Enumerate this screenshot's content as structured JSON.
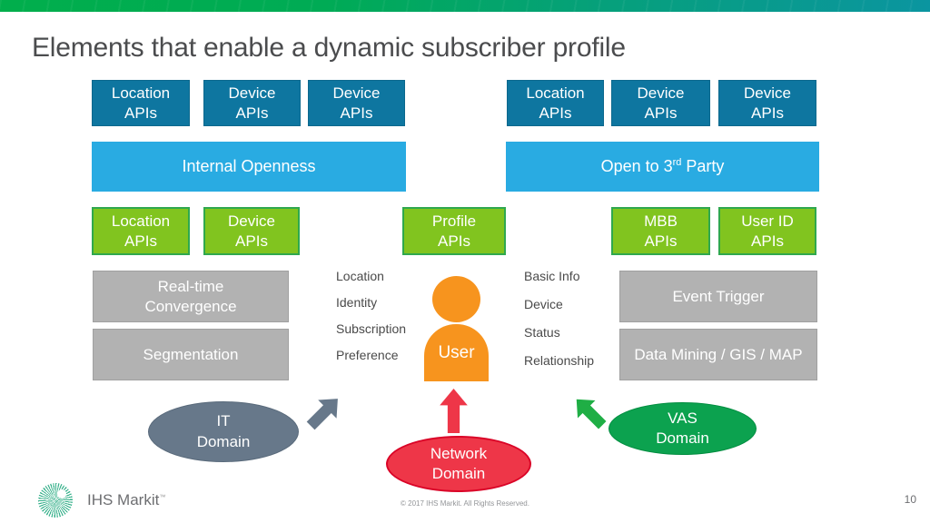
{
  "slide": {
    "title": "Elements that enable a dynamic subscriber profile",
    "page_number": "10",
    "copyright": "© 2017 IHS Markit. All Rights Reserved.",
    "logo": {
      "text": "IHS Markit",
      "tm": "™"
    }
  },
  "top_left": {
    "api_boxes": [
      "Location\nAPIs",
      "Device\nAPIs",
      "Device\nAPIs"
    ],
    "banner": "Internal Openness"
  },
  "top_right": {
    "api_boxes": [
      "Location\nAPIs",
      "Device\nAPIs",
      "Device\nAPIs"
    ],
    "banner_pre": "Open to 3",
    "banner_sup": "rd",
    "banner_post": " Party"
  },
  "green_boxes": {
    "left": [
      "Location\nAPIs",
      "Device\nAPIs"
    ],
    "center": "Profile\nAPIs",
    "right": [
      "MBB\nAPIs",
      "User ID\nAPIs"
    ]
  },
  "gray_boxes": {
    "left": [
      "Real-time\nConvergence",
      "Segmentation"
    ],
    "right": [
      "Event Trigger",
      "Data Mining / GIS / MAP"
    ]
  },
  "user": {
    "label": "User",
    "left_attributes": [
      "Location",
      "Identity",
      "Subscription",
      "Preference"
    ],
    "right_attributes": [
      "Basic Info",
      "Device",
      "Status",
      "Relationship"
    ]
  },
  "domains": {
    "it": "IT\nDomain",
    "network": "Network\nDomain",
    "vas": "VAS\nDomain"
  },
  "icons": {
    "user_icon": "orange person silhouette",
    "it_arrow": "block arrow pointing up-right",
    "network_arrow": "block arrow pointing up",
    "vas_arrow": "block arrow pointing up-left",
    "logo_icon": "teal sunburst swirl"
  },
  "colors": {
    "dark_blue": "#0e76a0",
    "light_blue": "#29abe2",
    "green": "#81c41f",
    "green_border": "#2fa84e",
    "gray": "#b2b2b2",
    "orange": "#f7941e",
    "slate": "#67788a",
    "red": "#ee3648",
    "dark_green": "#0ca24f",
    "topbar_green": "#01ae4c",
    "topbar_teal": "#0b95a0"
  }
}
